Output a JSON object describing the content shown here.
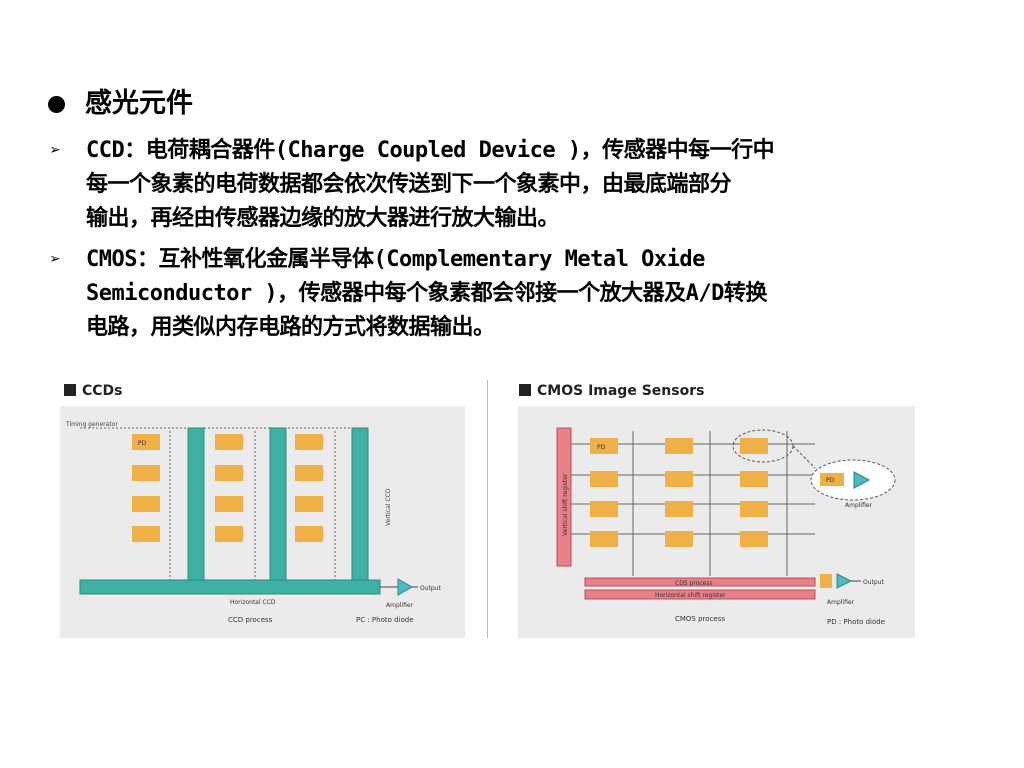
{
  "title": "感光元件",
  "bullets": [
    {
      "text": "CCD：电荷耦合器件(Charge Coupled Device )，传感器中每一行中\n每一个象素的电荷数据都会依次传送到下一个象素中，由最底端部分\n输出，再经由传感器边缘的放大器进行放大输出。"
    },
    {
      "text": "CMOS：互补性氧化金属半导体(Complementary Metal Oxide\nSemiconductor )，传感器中每个象素都会邻接一个放大器及A/D转换\n电路，用类似内存电路的方式将数据输出。"
    }
  ],
  "ccd_diagram": {
    "heading": "CCDs",
    "timing_label": "Timing generator",
    "pd_label": "PD",
    "vertical_label": "Vertical CCD",
    "horizontal_label": "Horizontal CCD",
    "output_label": "Output",
    "amplifier_label": "Amplifier",
    "process_label": "CCD process",
    "legend": "PC : Photo diode"
  },
  "cmos_diagram": {
    "heading": "CMOS Image Sensors",
    "vertical_label": "Vertical shift register",
    "pd_label": "PD",
    "amp_label": "PD",
    "amplifier_top": "Amplifier",
    "cds_label": "CDS process",
    "horizontal_label": "Horizontal shift register",
    "output_label": "Output",
    "amplifier_label": "Amplifier",
    "process_label": "CMOS process",
    "legend": "PD : Photo diode"
  },
  "colors": {
    "panel_bg": "#ebebeb",
    "photodiode": "#f0b048",
    "vertical_ccd": "#3fb0a4",
    "shift_register": "#e8808a",
    "amplifier": "#4fb8c0"
  }
}
